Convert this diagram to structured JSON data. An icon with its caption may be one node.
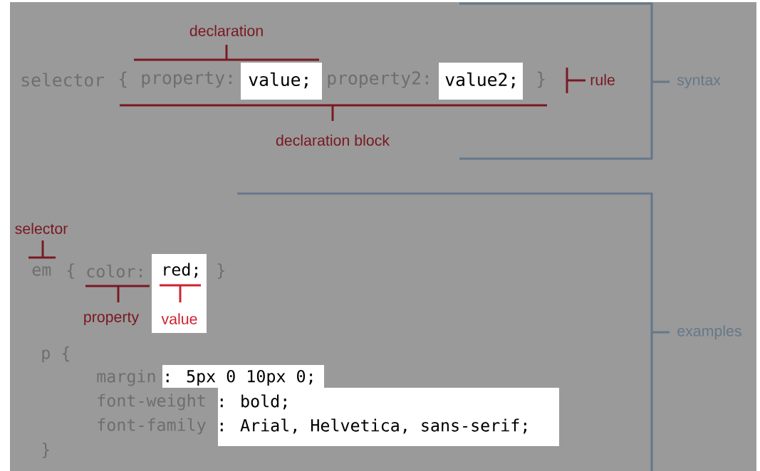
{
  "diagram": {
    "labels": [
      "declaration",
      "selector",
      "{",
      "property:",
      "value;",
      "property2:",
      "value2;",
      "}",
      "rule",
      "syntax",
      "declaration block",
      "selector",
      "em",
      "{",
      "color:",
      "red;",
      "}",
      "property",
      "value",
      "examples",
      "p {",
      "margin",
      ": 5px 0 10px 0;",
      "font-weight",
      ": bold;",
      "font-family",
      ": Arial, Helvetica, sans-serif;",
      "}"
    ]
  }
}
